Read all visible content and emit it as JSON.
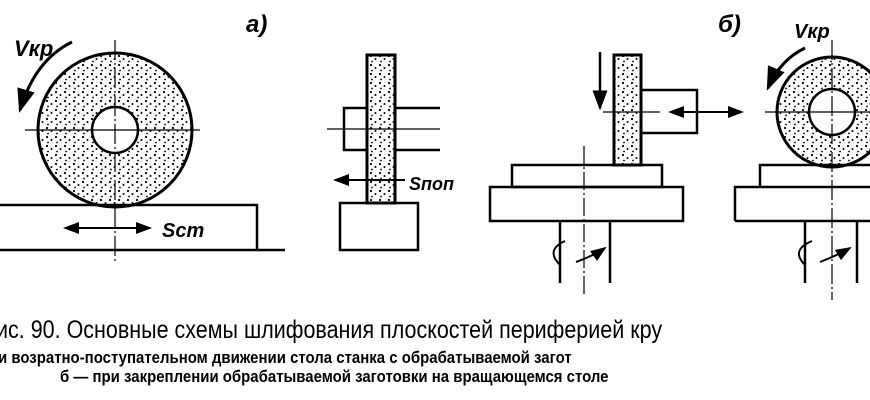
{
  "figure": {
    "label_a": "а)",
    "label_b": "б)",
    "v_kp_a": "Vкр",
    "v_kp_b": "Vкр",
    "s_st": "Sст",
    "s_pop": "Sпоп"
  },
  "caption": {
    "line1": "ис. 90. Основные схемы шлифования плоскостей периферией кру",
    "line2": "и возратно-поступательном движении стола станка с обрабатываемой загот",
    "line3": "б — при закреплении обрабатываемой  заготовки на вращающемся столе"
  }
}
